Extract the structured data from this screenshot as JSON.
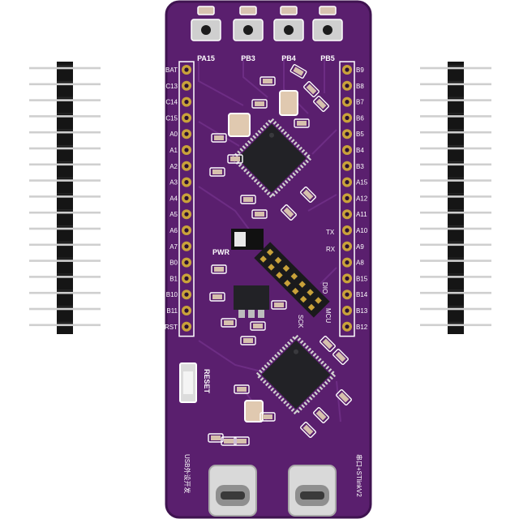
{
  "board": {
    "colors": {
      "pcb": "#5a1f6e",
      "pcb_dark": "#3f1350",
      "gold": "#c9a23a",
      "silk": "#ffffff",
      "chip": "#222226"
    },
    "button_labels": [
      "PA15",
      "PB3",
      "PB4",
      "PB5"
    ],
    "left_pins": [
      "BAT",
      "C13",
      "C14",
      "C15",
      "A0",
      "A1",
      "A2",
      "A3",
      "A4",
      "A5",
      "A6",
      "A7",
      "B0",
      "B1",
      "B10",
      "B11",
      "RST"
    ],
    "right_pins": [
      "B9",
      "B8",
      "B7",
      "B6",
      "B5",
      "B4",
      "B3",
      "A15",
      "A12",
      "A11",
      "A10",
      "A9",
      "A8",
      "B15",
      "B14",
      "B13",
      "B12"
    ],
    "labels": {
      "reset": "RESET",
      "pwr": "PWR",
      "tx": "TX",
      "rx": "RX",
      "mcu": "MCU",
      "sck": "SCK",
      "dio": "DIO",
      "usb_left": "USB外设开发",
      "usb_right": "串口+STlinkV2"
    }
  }
}
